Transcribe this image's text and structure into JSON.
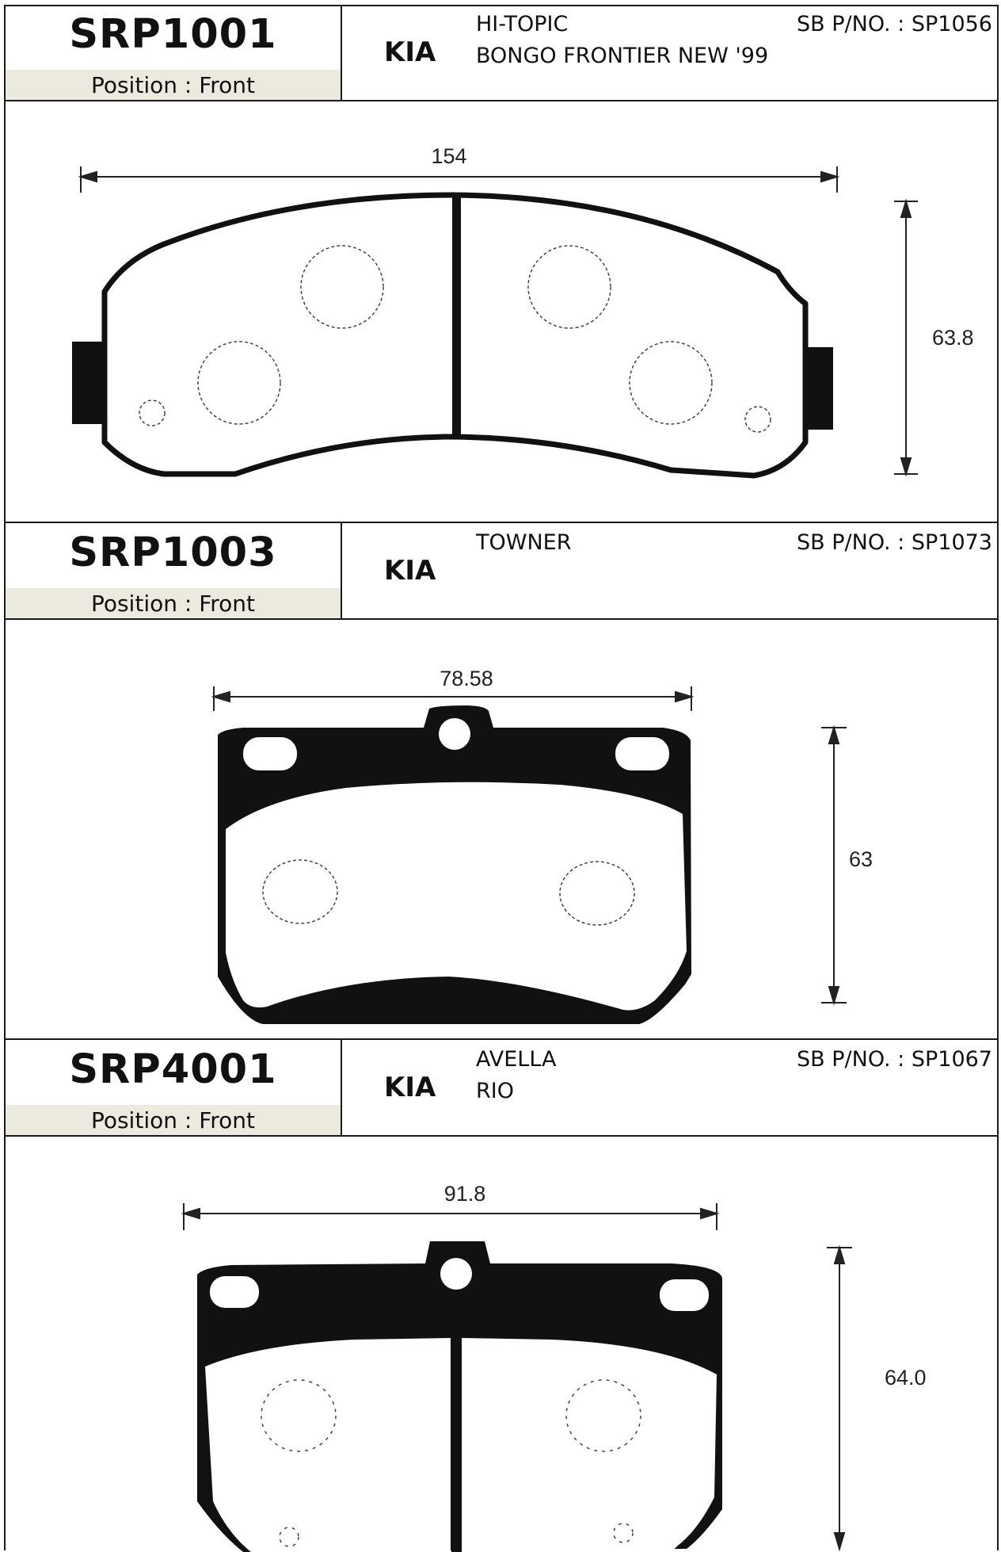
{
  "entries": [
    {
      "part_no": "SRP1001",
      "position": "Position : Front",
      "brand": "KIA",
      "model_line1": "HI-TOPIC",
      "model_line2": "BONGO FRONTIER NEW '99",
      "sb_part_no": "SB P/NO. : SP1056",
      "width_dim": "154",
      "height_dim": "63.8"
    },
    {
      "part_no": "SRP1003",
      "position": "Position : Front",
      "brand": "KIA",
      "model_line1": "TOWNER",
      "model_line2": "",
      "sb_part_no": "SB P/NO. : SP1073",
      "width_dim": "78.58",
      "height_dim": "63"
    },
    {
      "part_no": "SRP4001",
      "position": "Position : Front",
      "brand": "KIA",
      "model_line1": "AVELLA",
      "model_line2": "RIO",
      "sb_part_no": "SB P/NO. : SP1067",
      "width_dim": "91.8",
      "height_dim": "64.0"
    }
  ]
}
